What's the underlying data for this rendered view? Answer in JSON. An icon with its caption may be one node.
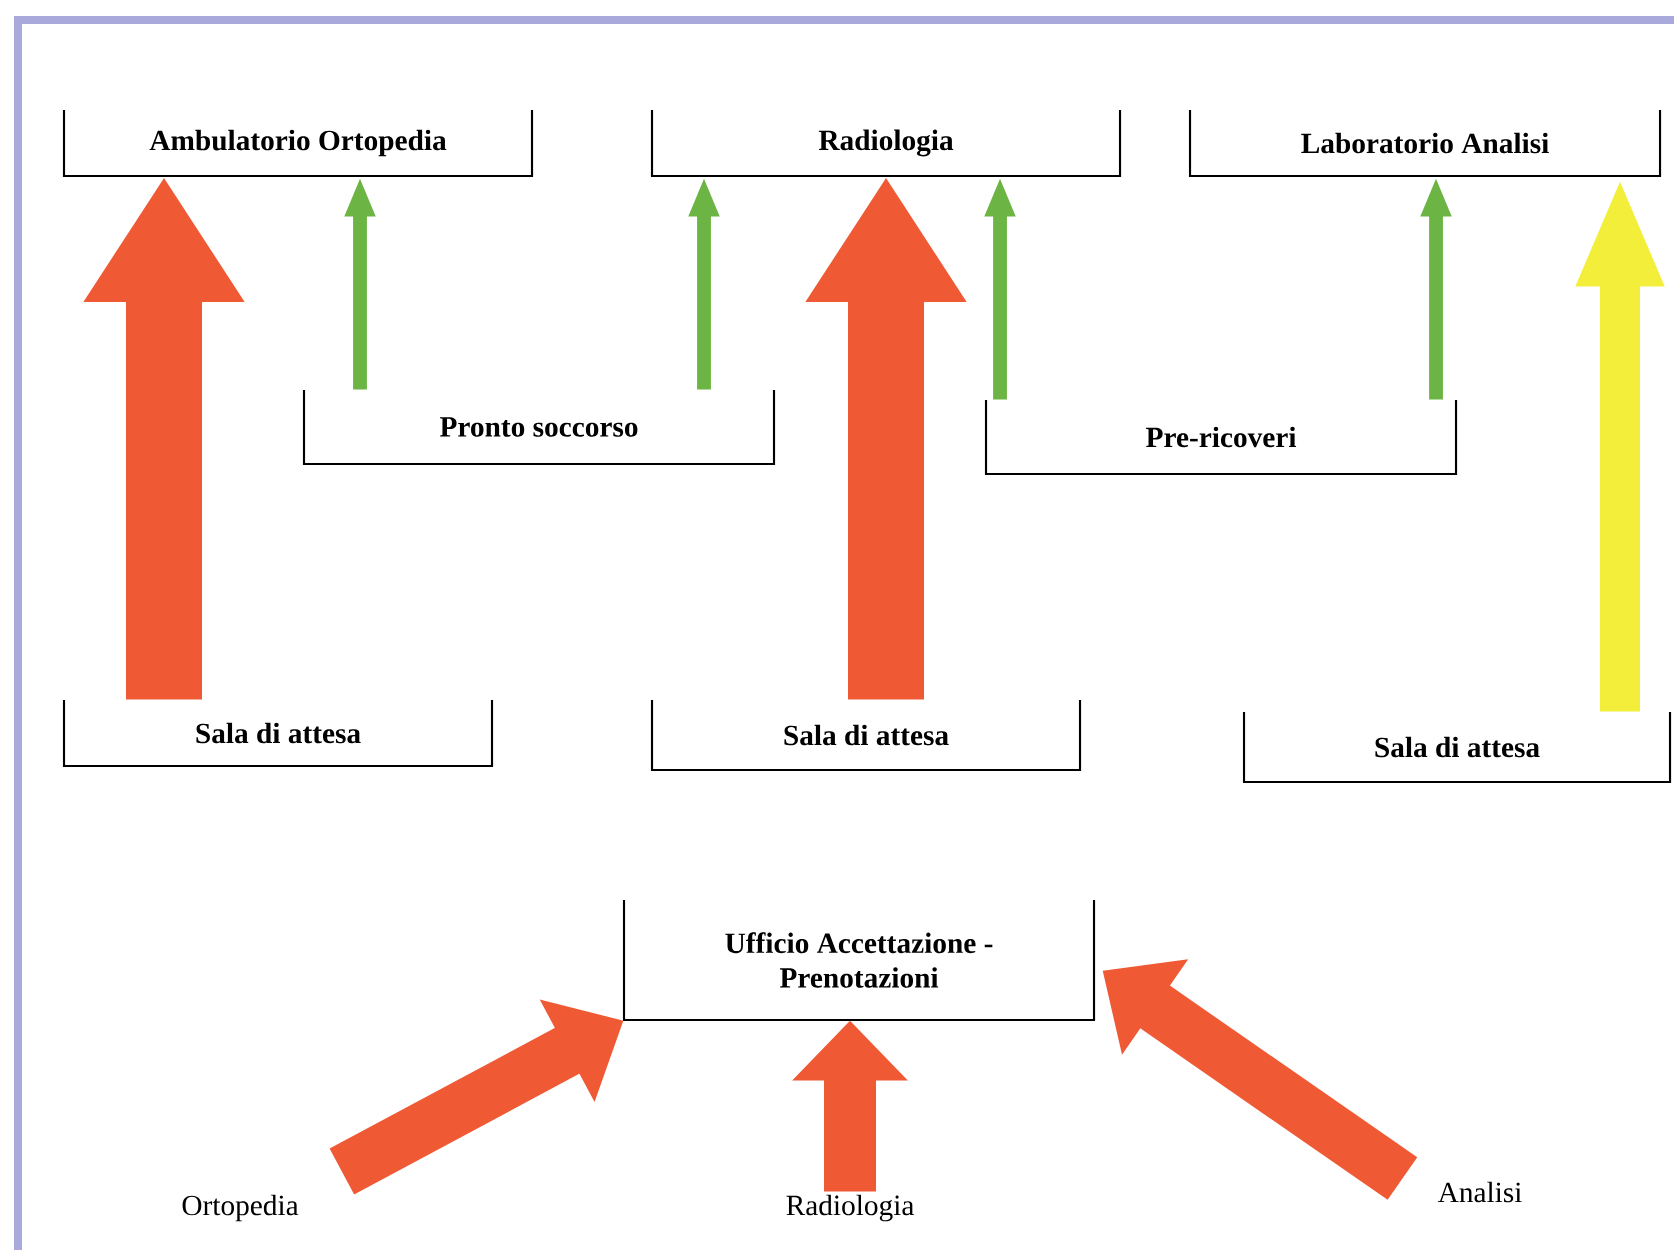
{
  "diagram": {
    "nodes": [
      {
        "text": [
          "Ambulatorio Ortopedia"
        ]
      },
      {
        "text": [
          "Radiologia"
        ]
      },
      {
        "text": [
          "Laboratorio Analisi"
        ]
      },
      {
        "text": [
          "Pronto soccorso"
        ]
      },
      {
        "text": [
          "Pre-ricoveri"
        ]
      },
      {
        "text": [
          "Sala di attesa"
        ]
      },
      {
        "text": [
          "Sala di attesa"
        ]
      },
      {
        "text": [
          "Sala di attesa"
        ]
      },
      {
        "text": [
          "Ufficio Accettazione - Prenotazioni"
        ]
      },
      {
        "text": [
          "Ortopedia"
        ]
      },
      {
        "text": [
          "Radiologia"
        ]
      },
      {
        "text": [
          "Analisi"
        ]
      }
    ],
    "edges": [
      {
        "from": 5,
        "to": 0,
        "arrow": "to",
        "style": "thick"
      },
      {
        "from": 3,
        "to": 0,
        "arrow": "to",
        "color": "#6cb544"
      },
      {
        "from": 3,
        "to": 1,
        "arrow": "to",
        "color": "#6cb544"
      },
      {
        "from": 6,
        "to": 1,
        "arrow": "to",
        "style": "thick"
      },
      {
        "from": 4,
        "to": 1,
        "arrow": "to",
        "color": "#6cb544"
      },
      {
        "from": 4,
        "to": 2,
        "arrow": "to",
        "color": "#6cb544"
      },
      {
        "from": 7,
        "to": 2,
        "arrow": "to",
        "color": "#f2ee3a"
      },
      {
        "from": 9,
        "to": 8,
        "arrow": "to"
      },
      {
        "from": 10,
        "to": 8,
        "arrow": "to"
      },
      {
        "from": 11,
        "to": 8,
        "arrow": "to"
      }
    ]
  }
}
